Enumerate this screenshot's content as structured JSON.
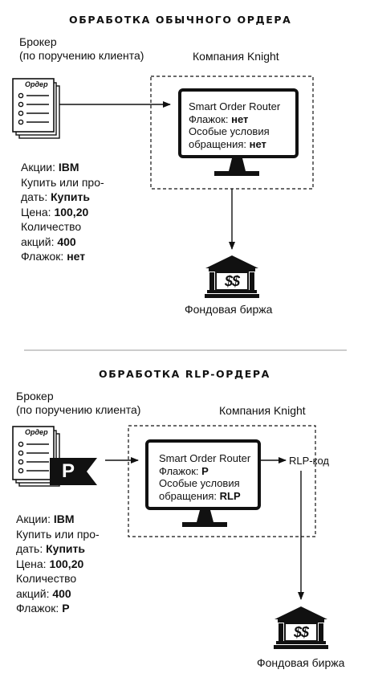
{
  "sections": [
    {
      "title": "ОБРАБОТКА ОБЫЧНОГО ОРДЕРА",
      "broker_line1": "Брокер",
      "broker_line2": "(по поручению клиента)",
      "company_label": "Компания Knight",
      "order_doc_label": "Ордер",
      "router_title": "Smart Order Router",
      "router_flag_label": "Флажок: ",
      "router_flag_value": "нет",
      "router_conditions_line1": "Особые условия",
      "router_conditions_label": "обращения: ",
      "router_conditions_value": "нет",
      "order_details": {
        "stock_label": "Акции: ",
        "stock_value": "IBM",
        "action_line1": "Купить или про-",
        "action_label": "дать: ",
        "action_value": "Купить",
        "price_label": "Цена: ",
        "price_value": "100,20",
        "qty_line1": "Количество",
        "qty_label": "акций: ",
        "qty_value": "400",
        "flag_label": "Флажок: ",
        "flag_value": "нет"
      },
      "exchange_symbol": "$$",
      "exchange_label": "Фондовая биржа"
    },
    {
      "title": "ОБРАБОТКА RLP-ОРДЕРА",
      "broker_line1": "Брокер",
      "broker_line2": "(по поручению клиента)",
      "company_label": "Компания Knight",
      "order_doc_label": "Ордер",
      "flag_letter": "P",
      "router_title": "Smart Order Router",
      "router_flag_label": "Флажок: ",
      "router_flag_value": "P",
      "router_conditions_line1": "Особые условия",
      "router_conditions_label": "обращения: ",
      "router_conditions_value": "RLP",
      "rlp_code_label": "RLP-код",
      "order_details": {
        "stock_label": "Акции: ",
        "stock_value": "IBM",
        "action_line1": "Купить или про-",
        "action_label": "дать: ",
        "action_value": "Купить",
        "price_label": "Цена: ",
        "price_value": "100,20",
        "qty_line1": "Количество",
        "qty_label": "акций: ",
        "qty_value": "400",
        "flag_label": "Флажок: ",
        "flag_value": "P"
      },
      "exchange_symbol": "$$",
      "exchange_label": "Фондовая биржа"
    }
  ],
  "colors": {
    "ink": "#111111",
    "divider": "#9a9a9a",
    "paper": "#ffffff"
  }
}
